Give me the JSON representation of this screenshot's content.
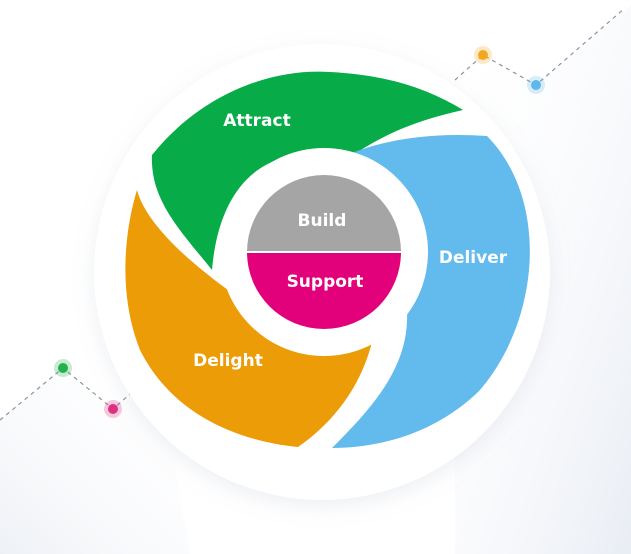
{
  "diagram": {
    "segments": [
      {
        "id": "attract",
        "label": "Attract",
        "color": "#07ac48"
      },
      {
        "id": "deliver",
        "label": "Deliver",
        "color": "#62bbec"
      },
      {
        "id": "delight",
        "label": "Delight",
        "color": "#ec9c07"
      }
    ],
    "core": {
      "top": {
        "label": "Build",
        "color": "#a5a5a5"
      },
      "bottom": {
        "label": "Support",
        "color": "#e2007b"
      }
    },
    "decor": {
      "dot_colors": {
        "orange": "#f2a81d",
        "blue": "#5fb7ec",
        "green": "#22b14c",
        "pink": "#e0307f"
      }
    }
  }
}
